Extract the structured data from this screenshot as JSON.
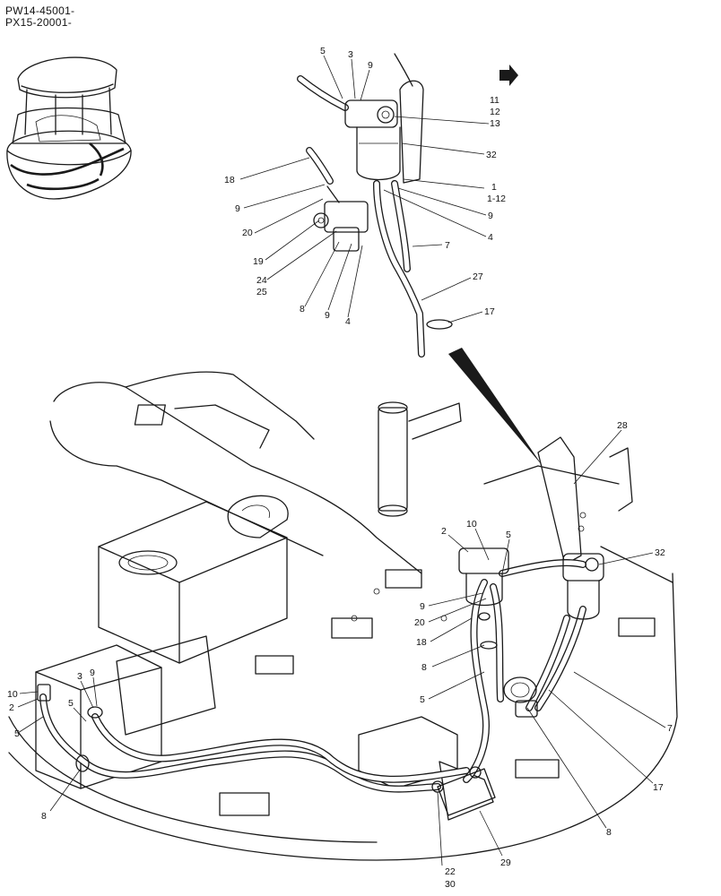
{
  "header": {
    "serial_line_1": "PW14-45001-",
    "serial_line_2": "PX15-20001-"
  },
  "callouts": {
    "top": [
      "5",
      "3",
      "9",
      "11",
      "12",
      "13",
      "32",
      "1",
      "1-12",
      "9",
      "4",
      "18",
      "9",
      "20",
      "19",
      "24",
      "25",
      "8",
      "9",
      "4",
      "7",
      "27",
      "17"
    ],
    "bottom": [
      "28",
      "10",
      "2",
      "5",
      "32",
      "9",
      "20",
      "18",
      "8",
      "5",
      "7",
      "17",
      "8",
      "10",
      "2",
      "5",
      "3",
      "9",
      "5",
      "8",
      "22",
      "30",
      "29"
    ]
  },
  "colors": {
    "ink": "#1a1a1a",
    "background": "#ffffff"
  }
}
